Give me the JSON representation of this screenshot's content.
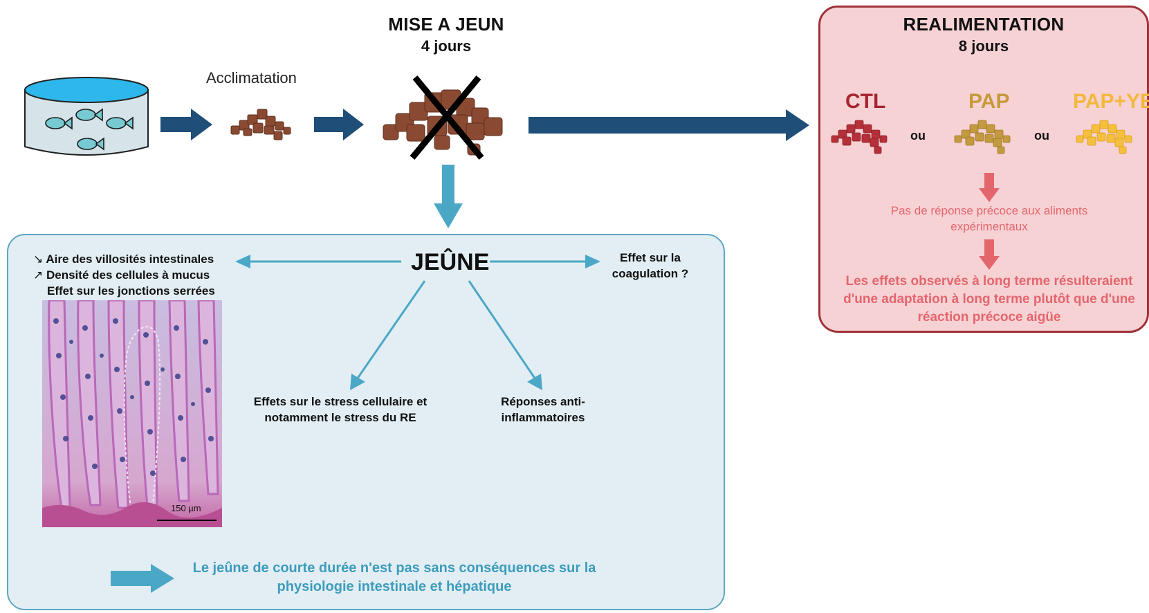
{
  "left_flow": {
    "acclimatation_label": "Acclimatation",
    "fasting_title": "MISE A JEUN",
    "fasting_duration": "4 jours"
  },
  "refeed": {
    "title": "REALIMENTATION",
    "duration": "8 jours",
    "diets": [
      {
        "label": "CTL",
        "color": "#a6232f",
        "pellet_color": "#b53039"
      },
      {
        "label": "PAP",
        "color": "#c69a3a",
        "pellet_color": "#c49a40"
      },
      {
        "label": "PAP+YE",
        "color": "#f2b83c",
        "pellet_color": "#f4bf3c"
      }
    ],
    "separator": "ou",
    "note": "Pas de réponse précoce aux aliments expérimentaux",
    "conclusion": "Les effets observés à long terme résulteraient d'une adaptation à long terme plutôt que d'une réaction précoce aigüe"
  },
  "fast": {
    "center_label": "JEÛNE",
    "villi": [
      {
        "arrow": "↘",
        "text": "Aire des villosités intestinales"
      },
      {
        "arrow": "↗",
        "text": "Densité des cellules à mucus"
      },
      {
        "arrow": "",
        "text": "Effet sur les jonctions serrées"
      }
    ],
    "coagulation": "Effet sur la coagulation ?",
    "stress": "Effets sur le stress cellulaire et notamment le stress du RE",
    "inflammation": "Réponses anti-inflammatoires",
    "scale_bar": "150 µm",
    "conclusion": "Le jeûne de courte durée n'est pas sans conséquences sur la physiologie intestinale et hépatique"
  },
  "colors": {
    "dark_arrow": "#1f4e79",
    "light_arrow": "#4ba7c6",
    "pink_arrow": "#e3666d",
    "pellet_brown": "#8a4a32"
  }
}
